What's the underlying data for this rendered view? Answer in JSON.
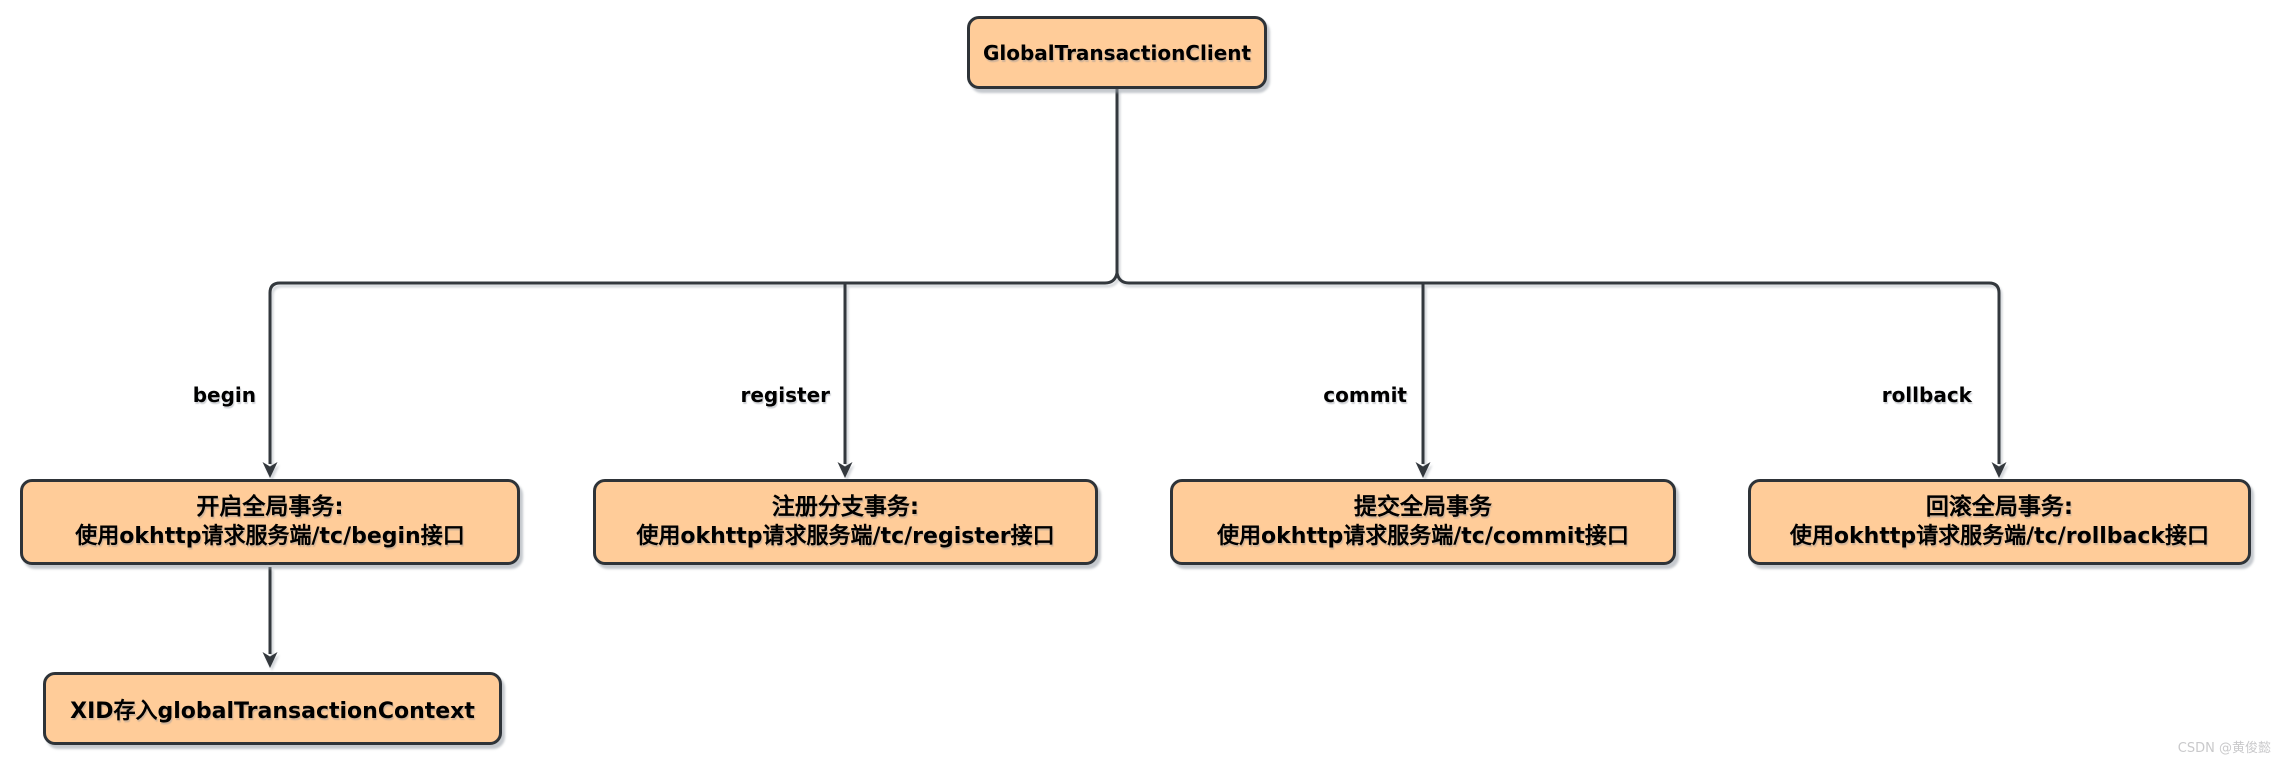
{
  "diagram": {
    "title_node": "GlobalTransactionClient",
    "branches": [
      {
        "edge_label": "begin",
        "line1": "开启全局事务:",
        "line2": "使用okhttp请求服务端/tc/begin接口"
      },
      {
        "edge_label": "register",
        "line1": "注册分支事务:",
        "line2": "使用okhttp请求服务端/tc/register接口"
      },
      {
        "edge_label": "commit",
        "line1": "提交全局事务",
        "line2": "使用okhttp请求服务端/tc/commit接口"
      },
      {
        "edge_label": "rollback",
        "line1": "回滚全局事务:",
        "line2": "使用okhttp请求服务端/tc/rollback接口"
      }
    ],
    "child_node": "XID存入globalTransactionContext",
    "colors": {
      "node_fill": "#ffcc99",
      "node_border": "#2e3338",
      "edge": "#33383d",
      "text": "#000000",
      "watermark": "#c9c9cb",
      "background": "#ffffff"
    }
  },
  "watermark": "CSDN @黄俊懿"
}
